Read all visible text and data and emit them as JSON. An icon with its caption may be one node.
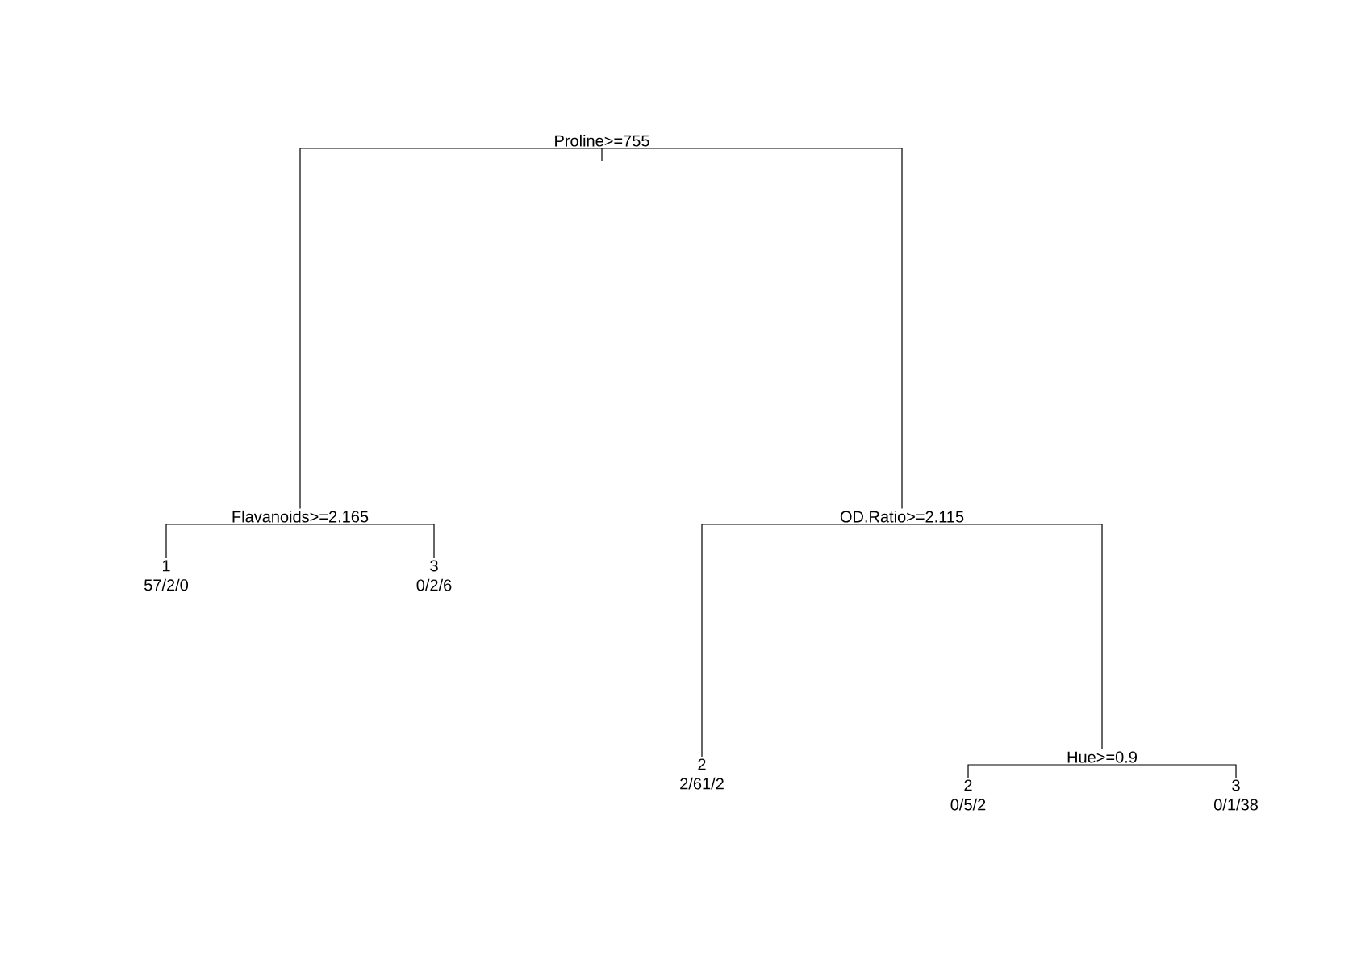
{
  "diagram": {
    "nodes": [
      {
        "text": [
          "Proline>=755"
        ]
      },
      {
        "text": [
          "Flavanoids>=2.165"
        ]
      },
      {
        "text": [
          "1",
          "57/2/0"
        ]
      },
      {
        "text": [
          "3",
          "0/2/6"
        ]
      },
      {
        "text": [
          "OD.Ratio>=2.115"
        ]
      },
      {
        "text": [
          "2",
          "2/61/2"
        ]
      },
      {
        "text": [
          "Hue>=0.9"
        ]
      },
      {
        "text": [
          "2",
          "0/5/2"
        ]
      },
      {
        "text": [
          "3",
          "0/1/38"
        ]
      }
    ],
    "edges": [
      {
        "from": 0,
        "to": 1,
        "arrow": "none"
      },
      {
        "from": 0,
        "to": 4,
        "arrow": "none"
      },
      {
        "from": 1,
        "to": 2,
        "arrow": "none"
      },
      {
        "from": 1,
        "to": 3,
        "arrow": "none"
      },
      {
        "from": 4,
        "to": 5,
        "arrow": "none"
      },
      {
        "from": 4,
        "to": 6,
        "arrow": "none"
      },
      {
        "from": 6,
        "to": 7,
        "arrow": "none"
      },
      {
        "from": 6,
        "to": 8,
        "arrow": "none"
      }
    ]
  }
}
